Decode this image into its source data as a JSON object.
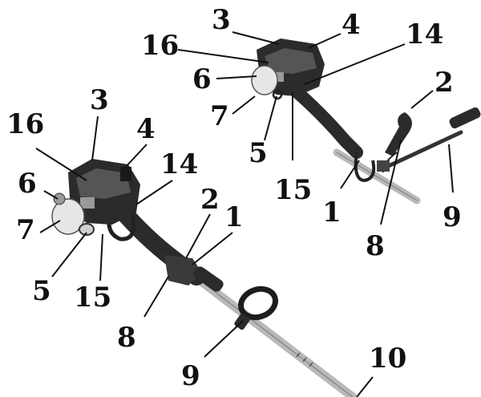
{
  "colors": {
    "ink": "#111111",
    "body_dark": "#2b2b2b",
    "body_mid": "#555555",
    "body_light": "#9a9a9a",
    "shaft": "#b9b9b9",
    "tank": "#e6e6e6"
  },
  "upper_unit": {
    "callouts": [
      "3",
      "4",
      "16",
      "14",
      "6",
      "2",
      "7",
      "5",
      "15",
      "1",
      "8",
      "9"
    ]
  },
  "lower_unit": {
    "callouts": [
      "3",
      "16",
      "4",
      "14",
      "6",
      "7",
      "2",
      "1",
      "5",
      "15",
      "8",
      "9",
      "10"
    ]
  }
}
